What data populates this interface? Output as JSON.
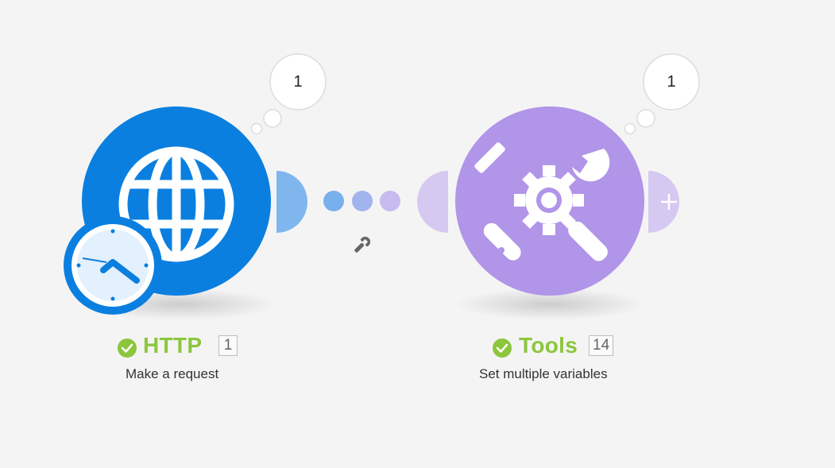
{
  "modules": [
    {
      "title": "HTTP",
      "id": "1",
      "subtitle": "Make a request",
      "operations": "1",
      "color": "#0a7fe0"
    },
    {
      "title": "Tools",
      "id": "14",
      "subtitle": "Set multiple variables",
      "operations": "1",
      "color": "#b095e8"
    }
  ],
  "connector": {
    "dot_colors": [
      "#78b0ee",
      "#a2b4ee",
      "#c7bbef"
    ],
    "filter_icon": "wrench-icon"
  },
  "status_color": "#8cc63f",
  "icons": {
    "http": "globe-icon",
    "schedule": "clock-icon",
    "tools": "tools-icon",
    "add": "plus-icon",
    "status": "check-circle-icon"
  }
}
